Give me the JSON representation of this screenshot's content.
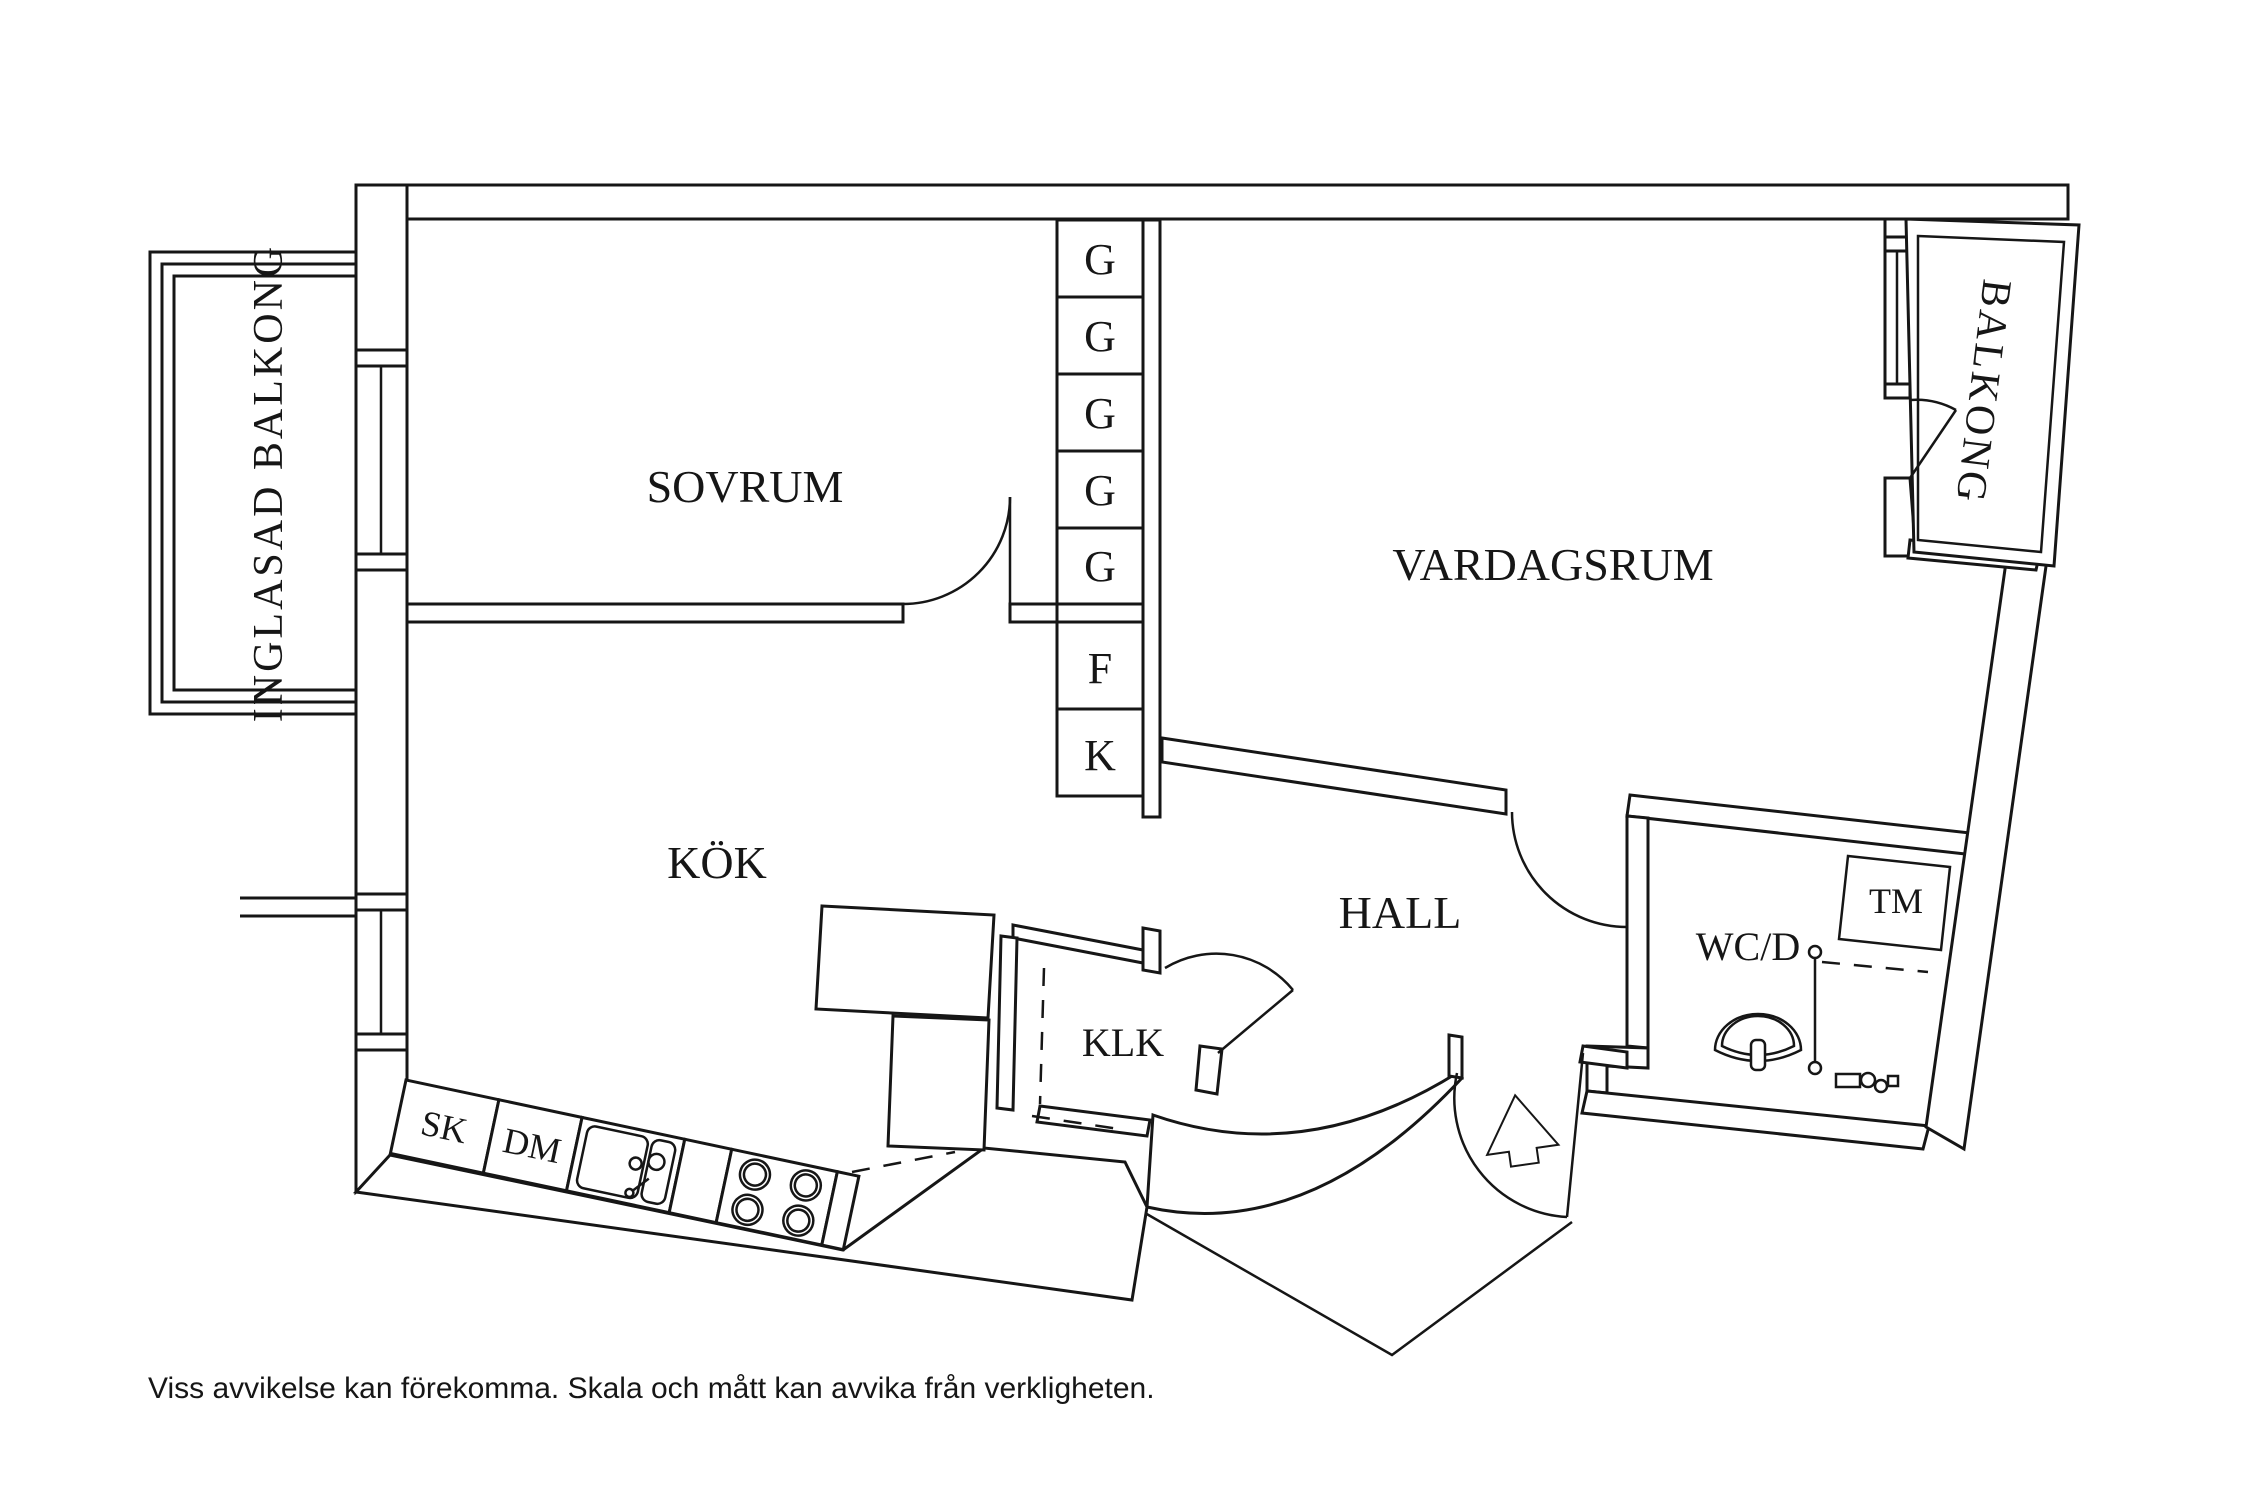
{
  "plan": {
    "rooms": {
      "bedroom": "SOVRUM",
      "living_room": "VARDAGSRUM",
      "kitchen": "KÖK",
      "hall": "HALL",
      "walk_in_closet": "KLK",
      "bathroom": "WC/D"
    },
    "fixtures": {
      "washing_machine": "TM",
      "cabinet": "SK",
      "dishwasher": "DM"
    },
    "balconies": {
      "glazed": "INGLASAD BALKONG",
      "open": "BALKONG"
    },
    "closet_units": [
      "G",
      "G",
      "G",
      "G",
      "G",
      "F",
      "K"
    ],
    "footer": {
      "disclaimer": "Viss avvikelse kan förekomma. Skala och mått kan avvika från verkligheten."
    },
    "colors": {
      "line": "#161616",
      "background": "#ffffff"
    }
  }
}
